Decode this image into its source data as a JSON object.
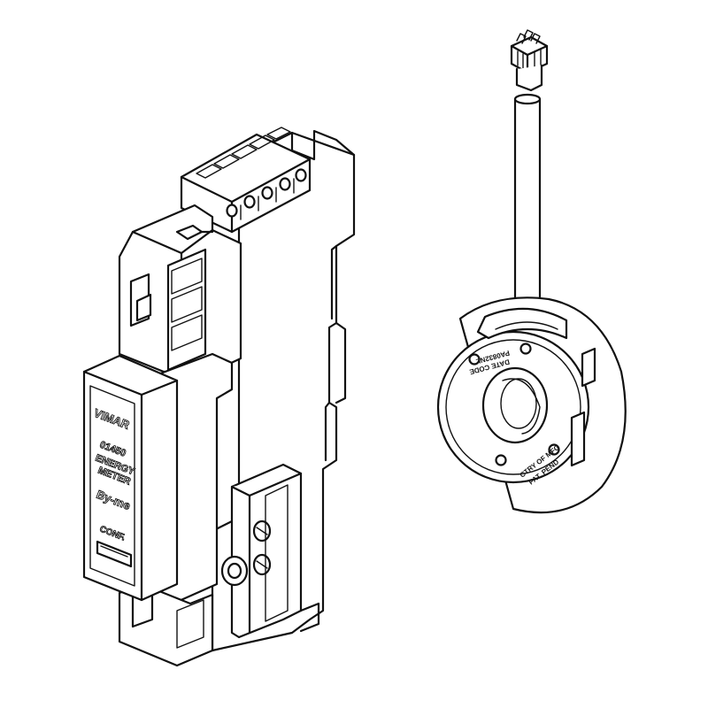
{
  "module": {
    "brand": "VIMAR",
    "code": "01450",
    "name_line1": "ENERGY",
    "name_line2": "METER",
    "system": "By-me",
    "button_label": "CONF."
  },
  "sensor": {
    "marking_top_1": "PA0832NL",
    "marking_top_2": "DATE CODE",
    "marking_bottom_1": "CTRY OF MFG",
    "marking_bottom_2": "PAT. PEND"
  }
}
